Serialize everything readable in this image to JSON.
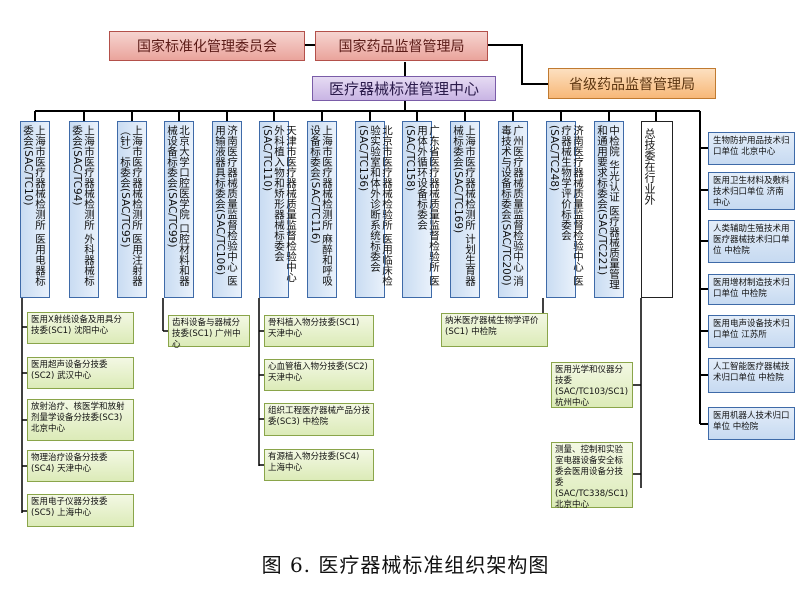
{
  "top": {
    "sac": "国家标准化管理委员会",
    "cfda": "国家药品监督管理局",
    "provincial": "省级药品监督管理局",
    "center": "医疗器械标准管理中心"
  },
  "committees": [
    "上海市医疗器械检测所 医用电器标委会(SAC/TC10)",
    "上海市医疗器械检测所 外科器械标委会(SAC/TC94)",
    "上海市医疗器械检测所 医用注射器（针）标委会(SAC/TC95)",
    "北京大学口腔医学院 口腔材料和器械设备标委会(SAC/TC99)",
    "济南医疗器械质量监督检验中心 医用输液器具标委会(SAC/TC106)",
    "天津市医疗器械质量监督检验中心 外科植入物和矫形器械标委会(SAC/TC110)",
    "上海市医疗器械检测所 麻醉和呼吸设备标委会(SAC/TC116)",
    "北京市医疗器械检验所 医用临床检验实验室和体外诊断系统标委会(SAC/TC136)",
    "广东省医疗器械质量监督检验所 医用体外循环设备标委会(SAC/TC158)",
    "上海市医疗器械检测所 计划生育器械标委会(SAC/TC169)",
    "广州医疗器械质量监督检验中心 消毒技术与设备标委会(SAC/TC200)",
    "济南医疗器械质量监督检验中心 医疗器械生物学评价标委会(SAC/TC248)",
    "中检院 华光认证 医疗器械质量管理和通用要求标委会(SAC/TC221)"
  ],
  "zongjiwei": "总技委在行业外",
  "subcommittees": {
    "tc10": [
      "医用X射线设备及用具分技委(SC1) 沈阳中心",
      "医用超声设备分技委(SC2) 武汉中心",
      "放射治疗、核医学和放射剂量学设备分技委(SC3) 北京中心",
      "物理治疗设备分技委(SC4) 天津中心",
      "医用电子仪器分技委(SC5) 上海中心"
    ],
    "tc99": [
      "齿科设备与器械分技委(SC1) 广州中心"
    ],
    "tc110": [
      "骨科植入物分技委(SC1) 天津中心",
      "心血管植入物分技委(SC2) 天津中心",
      "组织工程医疗器械产品分技委(SC3) 中检院",
      "有源植入物分技委(SC4) 上海中心"
    ],
    "tc248": [
      "纳米医疗器械生物学评价(SC1) 中检院"
    ],
    "zong": [
      "医用光学和仪器分技委 (SAC/TC103/SC1) 杭州中心",
      "测量、控制和实验室电器设备安全标委会医用设备分技委(SAC/TC338/SC1) 北京中心"
    ]
  },
  "right_units": [
    "生物防护用品技术归口单位 北京中心",
    "医用卫生材料及敷料技术归口单位 济南中心",
    "人类辅助生殖技术用医疗器械技术归口单位 中检院",
    "医用增材制造技术归口单位 中检院",
    "医用电声设备技术归口单位 江苏所",
    "人工智能医疗器械技术归口单位 中检院",
    "医用机器人技术归口单位 中检院"
  ],
  "caption": "图 6.  医疗器械标准组织架构图"
}
